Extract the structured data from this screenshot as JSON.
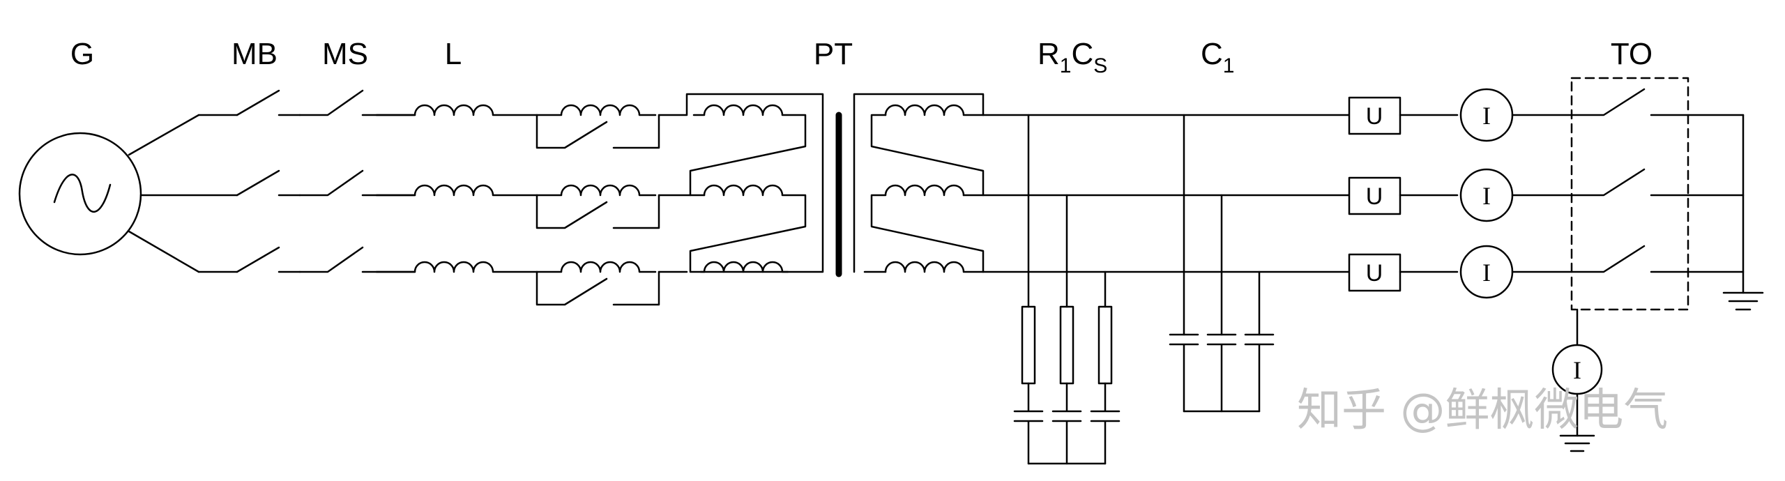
{
  "labels": {
    "generator": "G",
    "main_breaker": "MB",
    "make_switch": "MS",
    "reactor": "L",
    "transformer": "PT",
    "damping_prefix": "R",
    "damping_r_sub": "1",
    "damping_c": "C",
    "damping_c_sub": "S",
    "capacitor": "C",
    "capacitor_sub": "1",
    "test_object": "TO"
  },
  "meters": {
    "voltage": "U",
    "current": "I"
  },
  "watermark": "知乎 @鲜枫微电气"
}
